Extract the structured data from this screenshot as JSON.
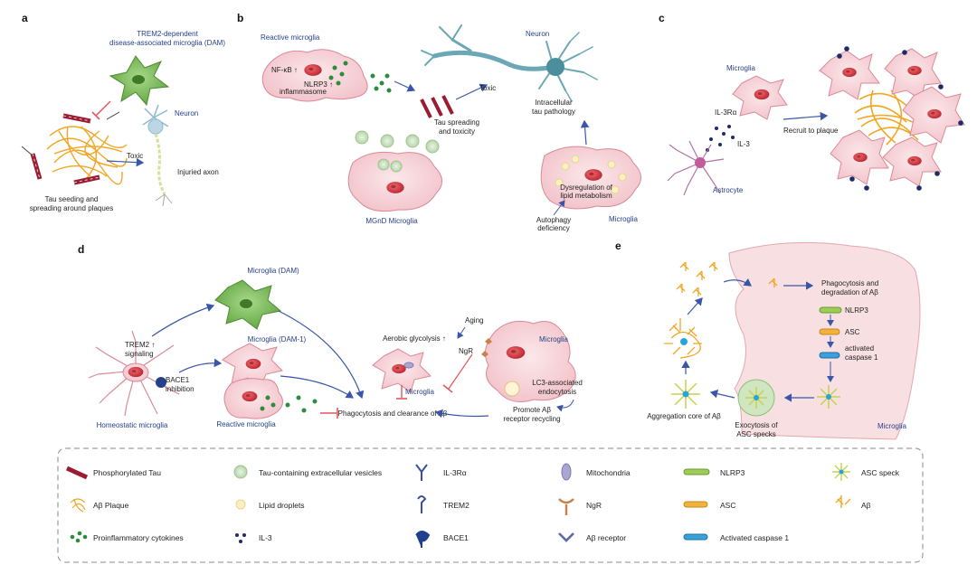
{
  "panels": {
    "a": {
      "letter": "a",
      "dam_line1": "TREM2-dependent",
      "dam_line2": "disease-associated microglia (DAM)",
      "neuron": "Neuron",
      "toxic": "Toxic",
      "injured_axon": "Injuried axon",
      "seeding_line1": "Tau seeding and",
      "seeding_line2": "spreading around plaques"
    },
    "b": {
      "letter": "b",
      "reactive": "Reactive microglia",
      "nfkb": "NF-κB ↑",
      "nlrp3_line1": "NLRP3 ↑",
      "nlrp3_line2": "inflammasome",
      "neuron": "Neuron",
      "toxic": "Toxic",
      "tau_line1": "Tau spreading",
      "tau_line2": "and toxicity",
      "intracellular_line1": "Intracellular",
      "intracellular_line2": "tau pathology",
      "mgnd": "MGnD Microglia",
      "lipid_line1": "Dysregulation of",
      "lipid_line2": "lipid metabolism",
      "autophagy_line1": "Autophagy",
      "autophagy_line2": "deficiency",
      "microglia": "Microglia"
    },
    "c": {
      "letter": "c",
      "microglia": "Microglia",
      "il3ra": "IL-3Rα",
      "il3": "IL-3",
      "recruit": "Recruit to plaque",
      "astrocyte": "Astrocyte"
    },
    "d": {
      "letter": "d",
      "dam": "Microglia (DAM)",
      "dam1": "Microglia (DAM-1)",
      "trem2_line1": "TREM2 ↑",
      "trem2_line2": "signaling",
      "bace1_line1": "BACE1",
      "bace1_line2": "inhibition",
      "homeostatic": "Homeostatic microglia",
      "reactive": "Reactive microglia",
      "aerobic": "Aerobic glycolysis ↑",
      "microglia_small": "Microglia",
      "aging": "Aging",
      "ngr": "NgR",
      "microglia_big": "Microglia",
      "lc3_line1": "LC3-associated",
      "lc3_line2": "endocytosis",
      "phago": "Phagocytosis and clearance of Aβ",
      "promote_line1": "Promote Aβ",
      "promote_line2": "receptor recycling"
    },
    "e": {
      "letter": "e",
      "phago_line1": "Phagocytosis and",
      "phago_line2": "degradation of Aβ",
      "nlrp3": "NLRP3",
      "asc": "ASC",
      "caspase_line1": "activated",
      "caspase_line2": "caspase 1",
      "aggregation": "Aggregation core of Aβ",
      "exocytosis_line1": "Exocytosis of",
      "exocytosis_line2": "ASC specks",
      "microglia": "Microglia"
    }
  },
  "legend": {
    "items": [
      {
        "label": "Phosphorylated Tau",
        "icon": "phosphorylated-tau-icon"
      },
      {
        "label": "Aβ Plaque",
        "icon": "abeta-plaque-icon"
      },
      {
        "label": "Proinflammatory cytokines",
        "icon": "cytokines-icon"
      },
      {
        "label": "Tau-containing extracellular vesicles",
        "icon": "vesicle-icon"
      },
      {
        "label": "Lipid droplets",
        "icon": "lipid-droplet-icon"
      },
      {
        "label": "IL-3",
        "icon": "il3-icon"
      },
      {
        "label": "IL-3Rα",
        "icon": "il3ra-icon"
      },
      {
        "label": "TREM2",
        "icon": "trem2-icon"
      },
      {
        "label": "BACE1",
        "icon": "bace1-icon"
      },
      {
        "label": "Mitochondria",
        "icon": "mitochondria-icon"
      },
      {
        "label": "NgR",
        "icon": "ngr-icon"
      },
      {
        "label": "Aβ receptor",
        "icon": "abeta-receptor-icon"
      },
      {
        "label": "NLRP3",
        "icon": "nlrp3-icon"
      },
      {
        "label": "ASC",
        "icon": "asc-icon"
      },
      {
        "label": "Activated caspase 1",
        "icon": "caspase-icon"
      },
      {
        "label": "ASC speck",
        "icon": "asc-speck-icon"
      },
      {
        "label": "Aβ",
        "icon": "abeta-icon"
      }
    ]
  },
  "colors": {
    "cell_pink": "#f6d3d8",
    "cell_stroke": "#d98a97",
    "nucleus": "#d9333f",
    "dam_green": "#7dbb55",
    "cytokine_green": "#2e8b3e",
    "il3_navy": "#1f2a6b",
    "plaque_orange": "#f2a623",
    "arrow_blue": "#3a56a8",
    "inhibit_red": "#e2555d",
    "neuron_teal": "#6aa8b5"
  }
}
